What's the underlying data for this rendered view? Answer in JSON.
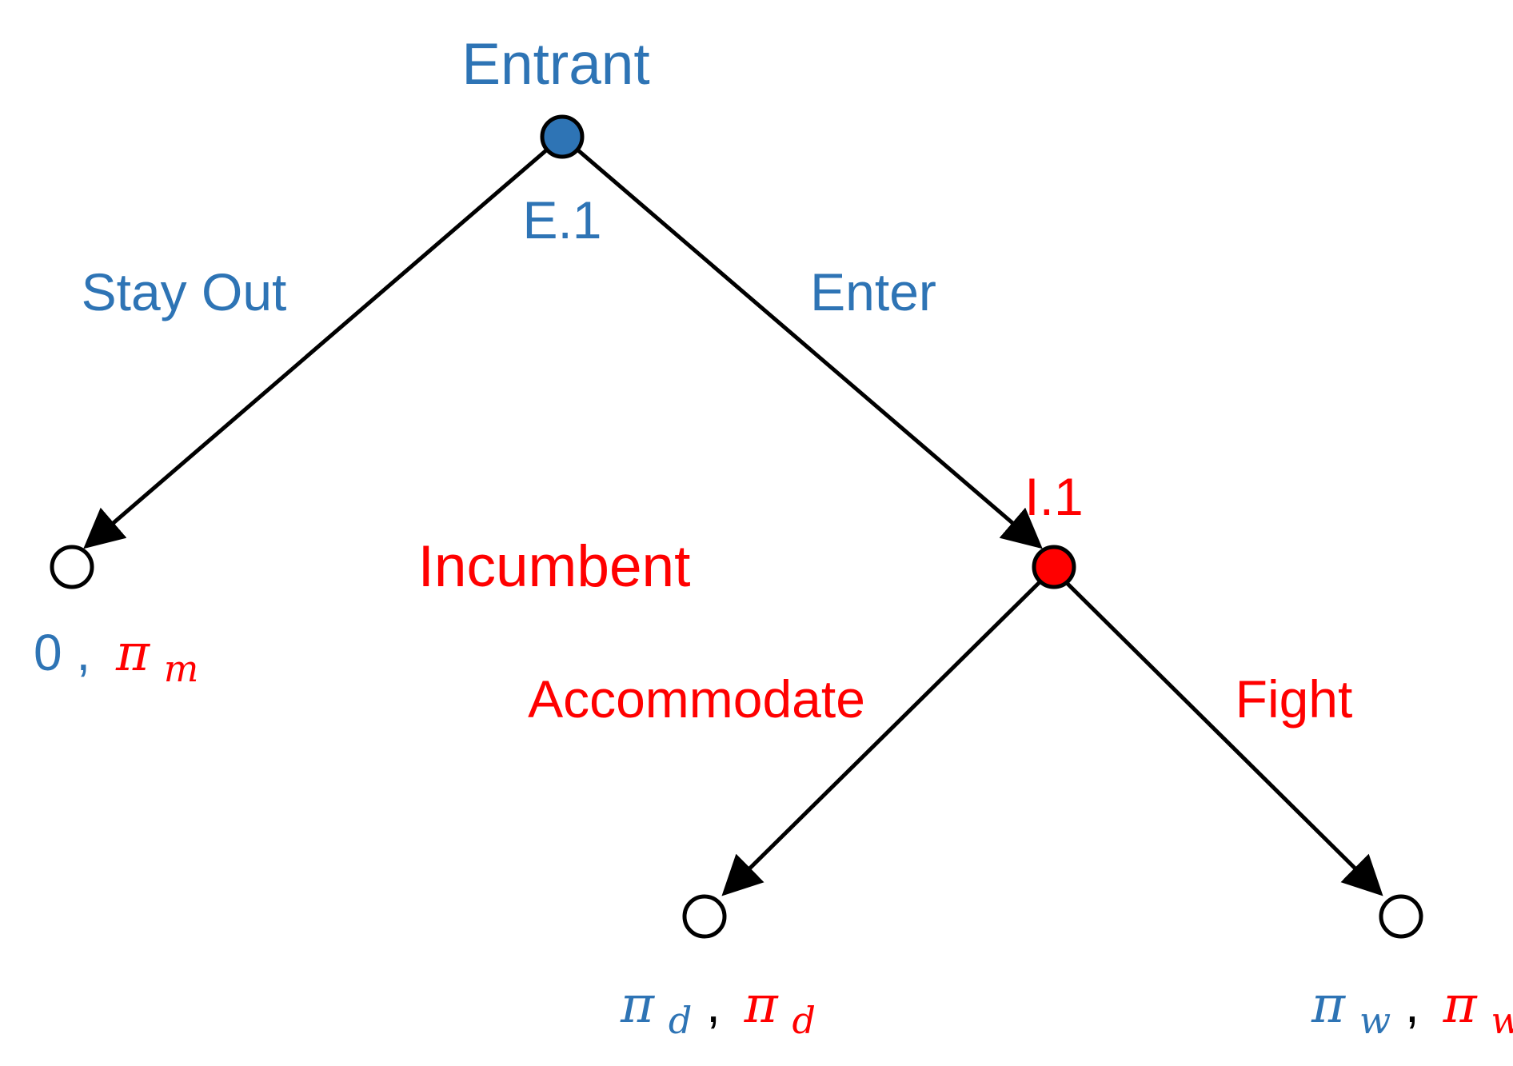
{
  "colors": {
    "entrant": "#2E74B5",
    "incumbent": "#FF0000",
    "edge": "#000000",
    "terminal_fill": "#FFFFFF"
  },
  "players": {
    "entrant": "Entrant",
    "incumbent": "Incumbent"
  },
  "nodes": {
    "entrant_node": "E.1",
    "incumbent_node": "I.1"
  },
  "actions": {
    "stay_out": "Stay Out",
    "enter": "Enter",
    "accommodate": "Accommodate",
    "fight": "Fight"
  },
  "payoffs": {
    "stay_out": {
      "entrant": "0",
      "sep": ",",
      "incumbent_base": "π",
      "incumbent_sub": "m"
    },
    "accommodate": {
      "entrant_base": "π",
      "entrant_sub": "d",
      "sep": ",",
      "incumbent_base": "π",
      "incumbent_sub": "d"
    },
    "fight": {
      "entrant_base": "π",
      "entrant_sub": "w",
      "sep": ",",
      "incumbent_base": "π",
      "incumbent_sub": "w"
    }
  }
}
